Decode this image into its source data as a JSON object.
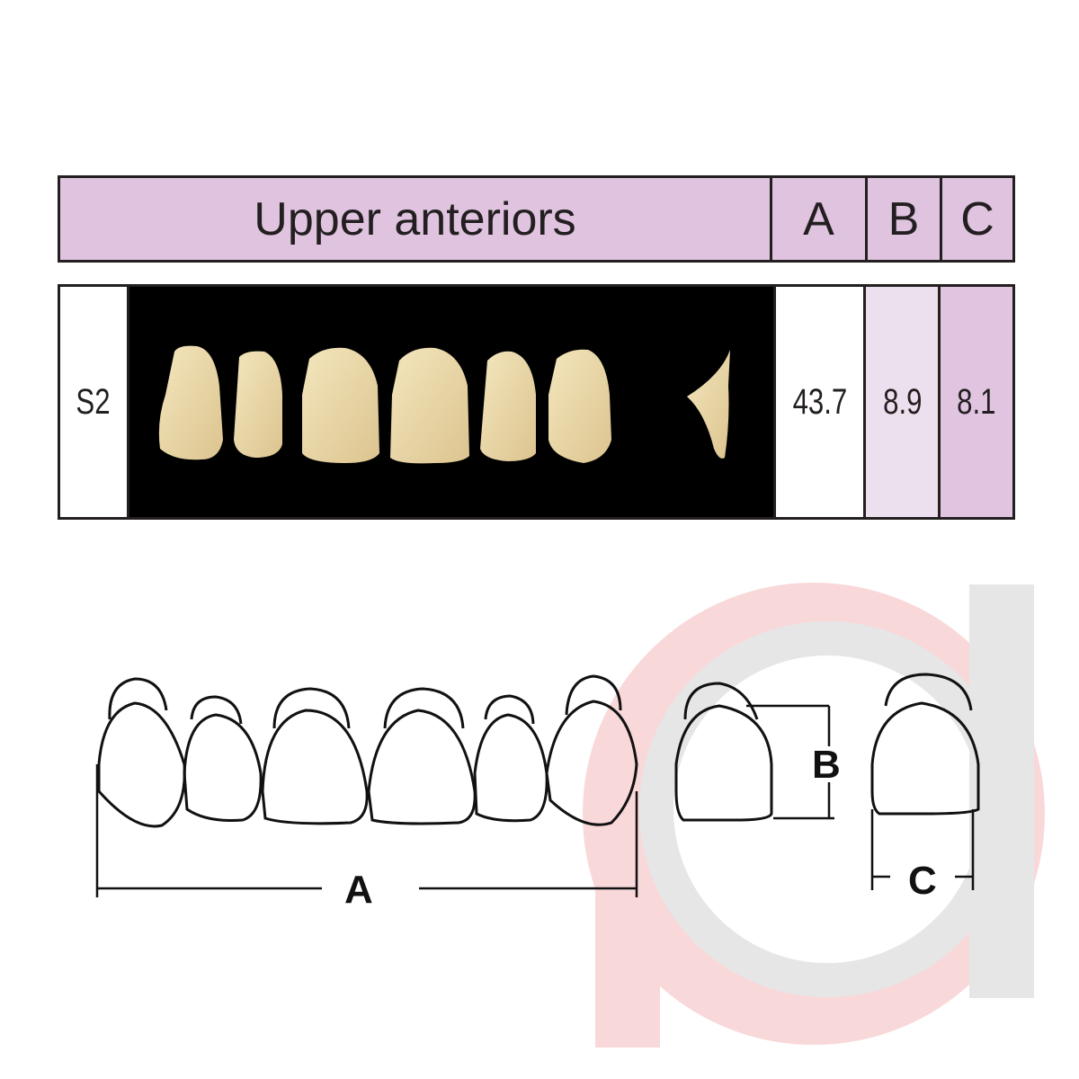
{
  "header": {
    "title": "Upper anteriors",
    "col_a": "A",
    "col_b": "B",
    "col_c": "C"
  },
  "row": {
    "mould": "S2",
    "a_value": "43.7",
    "b_value": "8.9",
    "c_value": "8.1"
  },
  "diagram": {
    "label_a": "A",
    "label_b": "B",
    "label_c": "C"
  },
  "colors": {
    "header_bg": "#dfc3df",
    "b_cell": "#ede0ee",
    "c_cell": "#e0c4e0",
    "watermark_pink": "#f9d8da",
    "watermark_gray": "#e6e6e6"
  }
}
